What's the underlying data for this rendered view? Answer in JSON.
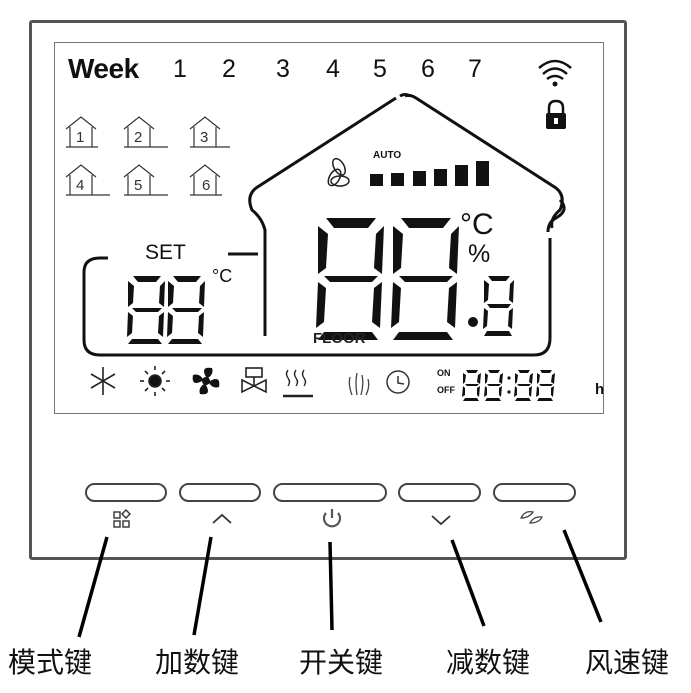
{
  "lcd": {
    "week_label": "Week",
    "days": [
      "1",
      "2",
      "3",
      "4",
      "5",
      "6",
      "7"
    ],
    "fan_mode": "AUTO",
    "fan_speed_levels": 6,
    "set_label": "SET",
    "set_value": "88",
    "set_unit": "°C",
    "main_value": "88",
    "main_decimal": "8",
    "main_unit_temp": "°C",
    "main_unit_humidity": "%",
    "floor_label": "FLOOR",
    "timer_on_label": "ON",
    "timer_off_label": "OFF",
    "timer_value": "88:88",
    "timer_unit": "h",
    "schedule_modes": [
      "1",
      "2",
      "3",
      "4",
      "5",
      "6"
    ],
    "status_icons": [
      "snowflake-icon",
      "sun-icon",
      "fan-icon",
      "valve-icon",
      "floor-heating-icon",
      "hand-heat-icon",
      "clock-icon"
    ],
    "top_right_icons": [
      "wifi-icon",
      "lock-icon"
    ]
  },
  "buttons": [
    {
      "id": "mode",
      "icon": "mode-grid-icon",
      "label": "模式键"
    },
    {
      "id": "up",
      "icon": "chevron-up-icon",
      "label": "加数键"
    },
    {
      "id": "power",
      "icon": "power-icon",
      "label": "开关键"
    },
    {
      "id": "down",
      "icon": "chevron-down-icon",
      "label": "减数键"
    },
    {
      "id": "fan-speed",
      "icon": "leaf-fan-icon",
      "label": "风速键"
    }
  ]
}
